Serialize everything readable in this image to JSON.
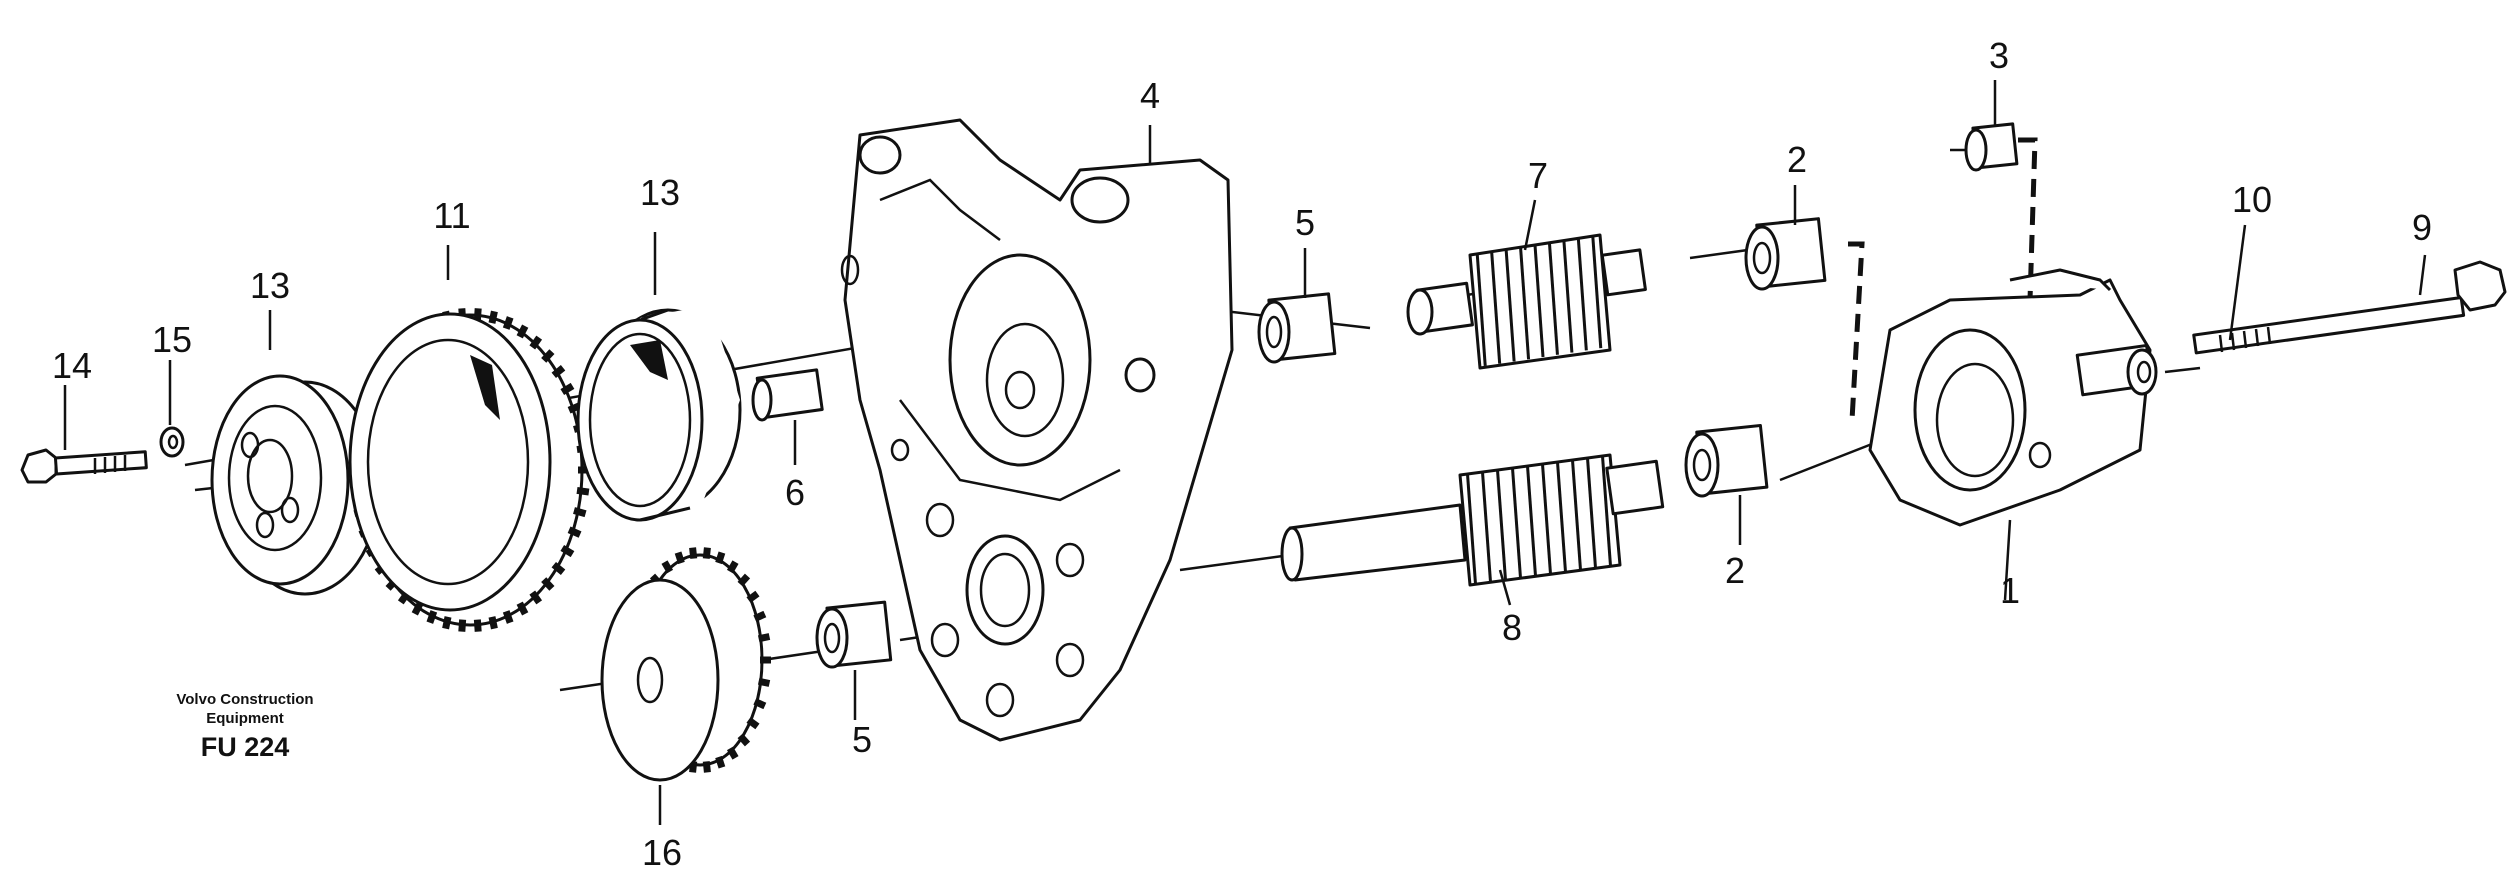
{
  "diagram": {
    "callouts": {
      "c1": "1",
      "c2a": "2",
      "c2b": "2",
      "c3": "3",
      "c4": "4",
      "c5a": "5",
      "c5b": "5",
      "c6": "6",
      "c7": "7",
      "c8": "8",
      "c9": "9",
      "c10": "10",
      "c11": "11",
      "c13a": "13",
      "c13b": "13",
      "c14": "14",
      "c15": "15",
      "c16": "16"
    },
    "caption": {
      "line1": "Volvo Construction",
      "line2": "Equipment",
      "code": "FU 224"
    }
  },
  "colors": {
    "ink": "#111111",
    "paper": "#ffffff"
  }
}
